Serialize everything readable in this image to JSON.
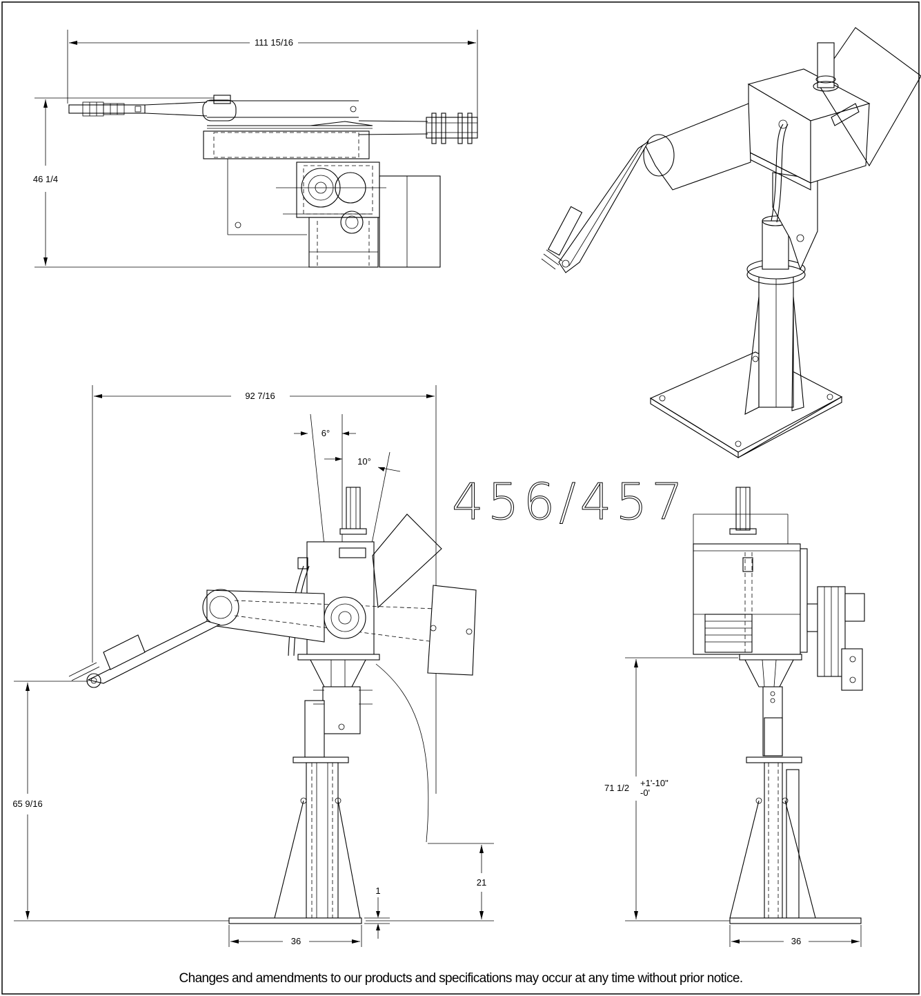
{
  "drawing": {
    "model_title": "456/457",
    "footer_note": "Changes and amendments to our products and specifications may occur at any time without prior notice.",
    "top_view": {
      "overall_length": "111 15/16",
      "overall_width": "46 1/4"
    },
    "front_view": {
      "arm_reach": "92 7/16",
      "tilt_up_angle": "6°",
      "tilt_down_angle": "10°",
      "base_height": "65 9/16",
      "base_width": "36",
      "min_clearance": "21",
      "base_plate_thickness": "1"
    },
    "side_view": {
      "height_main": "71 1/2",
      "height_tol_plus": "+1'-10\"",
      "height_tol_minus": "-0'",
      "base_width": "36"
    }
  }
}
